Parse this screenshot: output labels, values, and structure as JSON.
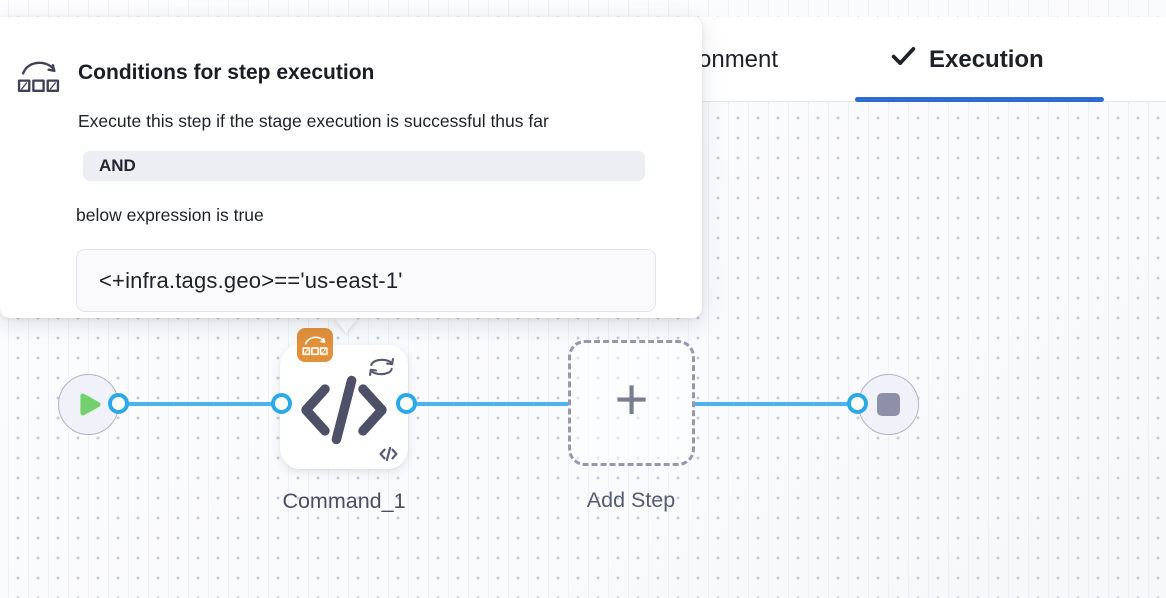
{
  "tabs": {
    "environment_label": "ronment",
    "execution_label": "Execution",
    "active_tab": "Execution"
  },
  "popover": {
    "icon": "conditional-execution-icon",
    "title": "Conditions for step execution",
    "line1": "Execute this step if the stage execution is successful thus far",
    "operator": "AND",
    "line2": "below expression is true",
    "expression": "<+infra.tags.geo>=='us-east-1'"
  },
  "pipeline": {
    "start_node": "start",
    "end_node": "stop",
    "steps": [
      {
        "label": "Command_1",
        "type": "command",
        "badges": [
          "conditional-execution-icon",
          "looping-strategy-icon"
        ]
      },
      {
        "label": "Add Step",
        "type": "add-step"
      }
    ],
    "add_step_plus": "+"
  },
  "icons": {
    "tab_check": "check-icon",
    "start": "play-icon",
    "end": "stop-icon",
    "command": "code-icon",
    "add": "plus-icon"
  },
  "colors": {
    "edge_blue": "#49b5e8",
    "port_blue": "#2aa9e7",
    "badge_orange": "#e0913a",
    "tab_underline_blue": "#2e6bd0",
    "node_fill": "#f1f2f9",
    "play_green": "#72d06e"
  }
}
